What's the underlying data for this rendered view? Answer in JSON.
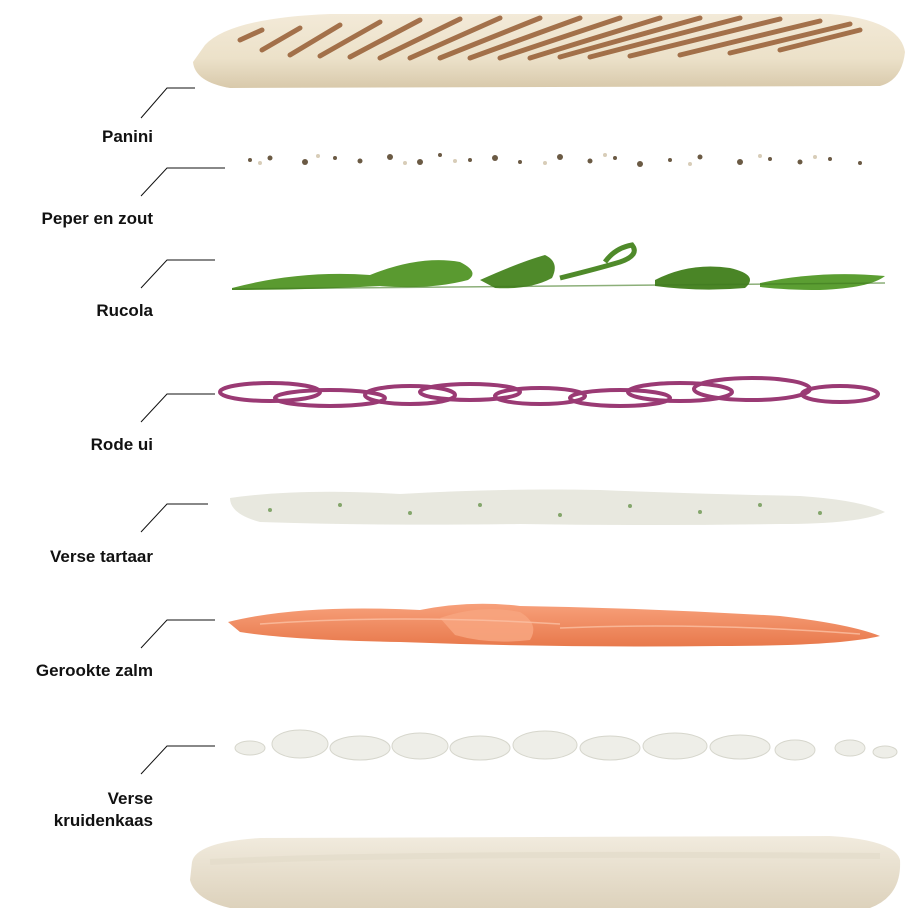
{
  "layers": [
    {
      "name": "Panini",
      "kind": "bread-top"
    },
    {
      "name": "Peper en zout",
      "kind": "seasoning"
    },
    {
      "name": "Rucola",
      "kind": "rucola"
    },
    {
      "name": "Rode ui",
      "kind": "onion"
    },
    {
      "name": "Verse tartaar",
      "kind": "tartare"
    },
    {
      "name": "Gerookte zalm",
      "kind": "salmon"
    },
    {
      "name": "Verse kruidenkaas",
      "kind": "cheese"
    },
    {
      "name": "",
      "kind": "bread-bottom"
    }
  ],
  "labels": {
    "panini": "Panini",
    "pepper": "Peper en zout",
    "rucola": "Rucola",
    "onion": "Rode ui",
    "tartare": "Verse tartaar",
    "salmon": "Gerookte zalm",
    "cheese_line1": "Verse",
    "cheese_line2": "kruidenkaas"
  },
  "colors": {
    "bread": "#efe6d2",
    "bread_shade": "#d9ccb0",
    "grill": "#8a4a1e",
    "pepper": "#6b5a44",
    "rucola": "#4f8a2a",
    "onion": "#9a3a74",
    "tartare": "#e8e8df",
    "salmon": "#f08a5d",
    "cheese": "#eeeee8",
    "leader": "#111111"
  }
}
